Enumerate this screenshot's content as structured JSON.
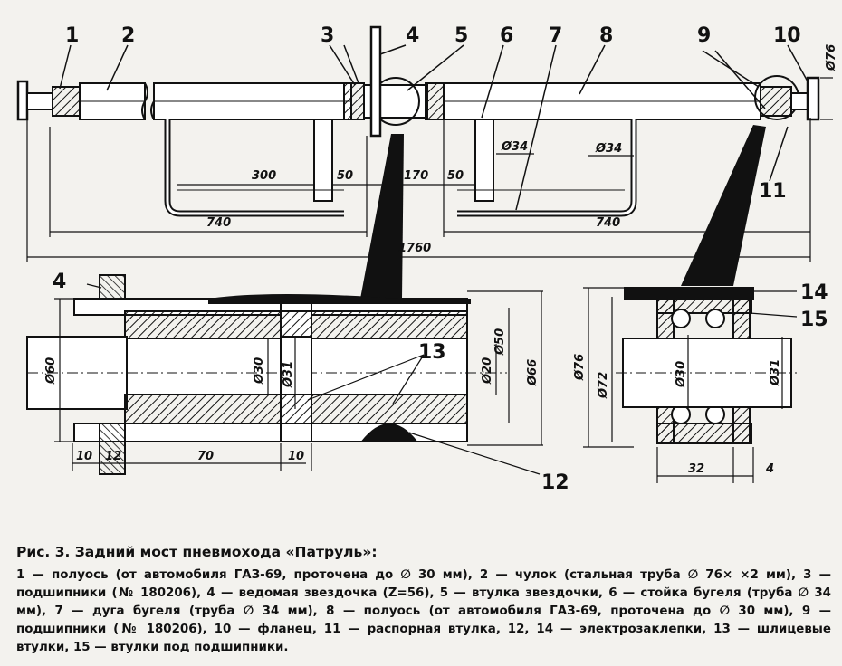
{
  "callouts": {
    "c1": "1",
    "c2": "2",
    "c3": "3",
    "c4": "4",
    "c5": "5",
    "c6": "6",
    "c7": "7",
    "c8": "8",
    "c9": "9",
    "c10": "10",
    "c11": "11",
    "c12": "12",
    "c13": "13",
    "c14": "14",
    "c15": "15",
    "c4b": "4"
  },
  "top_dims": {
    "d76": "Ø76",
    "d34a": "Ø34",
    "d34b": "Ø34",
    "l300": "300",
    "l50a": "50",
    "l170": "170",
    "l50b": "50",
    "l740a": "740",
    "l740b": "740",
    "l1760": "1760"
  },
  "left_detail_dims": {
    "d60": "Ø60",
    "d30": "Ø30",
    "d31": "Ø31",
    "d20": "Ø20",
    "d50": "Ø50",
    "d66": "Ø66",
    "l10a": "10",
    "l12": "12",
    "l70": "70",
    "l10b": "10"
  },
  "right_detail_dims": {
    "d76": "Ø76",
    "d72": "Ø72",
    "d30": "Ø30",
    "d31": "Ø31",
    "l32": "32",
    "l4": "4"
  },
  "caption": {
    "title": "Рис. 3. Задний мост пневмохода «Патруль»:",
    "body": "1 — полуось (от автомобиля ГАЗ-69, проточена до ∅ 30 мм), 2 — чулок (стальная труба ∅ 76× ×2 мм), 3 — подшипники (№ 180206), 4 — ведомая звездочка (Z=56), 5 — втулка звездочки, 6 — стойка бугеля (труба ∅ 34 мм), 7 — дуга бугеля (труба ∅ 34 мм), 8 — полуось (от автомобиля ГАЗ-69, проточена до ∅ 30 мм), 9 — подшипники (№ 180206), 10 — фланец, 11 — распорная втулка, 12, 14 — электрозаклепки, 13 — шлицевые втулки, 15 — втулки под подшипники."
  }
}
